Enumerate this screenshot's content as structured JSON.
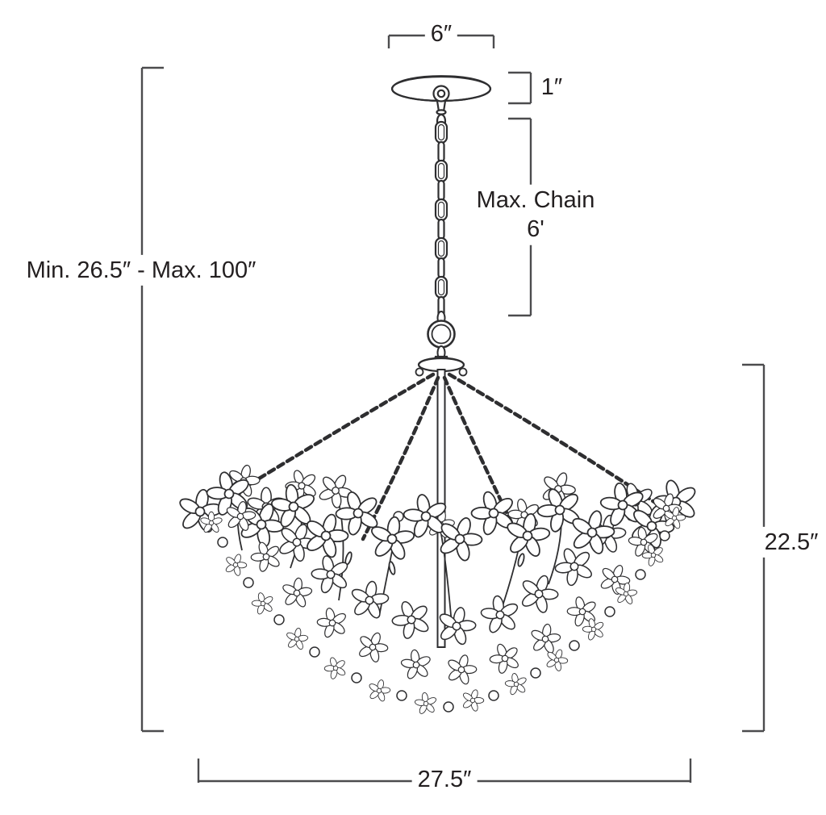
{
  "page": {
    "background_color": "#ffffff",
    "line_color": "#4c4c4e",
    "art_color": "#2e2e30",
    "text_color": "#231f20"
  },
  "diagram": {
    "subject": "chandelier-dimension-diagram",
    "labels": {
      "canopy_width": "6″",
      "canopy_height": "1″",
      "chain_length_label": "Max. Chain",
      "chain_length_value": "6'",
      "overall_height": "Min. 26.5″ - Max. 100″",
      "fixture_height": "22.5″",
      "fixture_width": "27.5″"
    }
  }
}
